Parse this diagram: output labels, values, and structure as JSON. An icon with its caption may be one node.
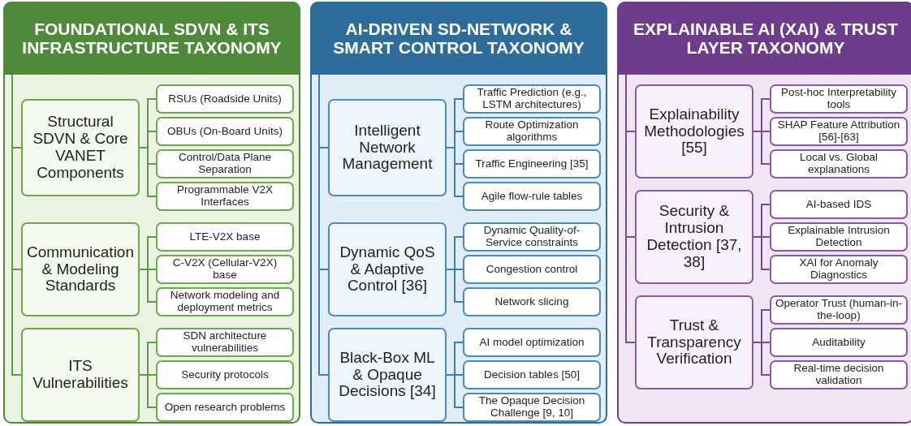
{
  "diagram": {
    "nodes": [
      {
        "text": [
          "FOUNDATIONAL SDVN & ITS INFRASTRUCTURE TAXONOMY"
        ]
      },
      {
        "text": [
          "Structural SDVN & Core VANET Components"
        ],
        "in": 0
      },
      {
        "text": [
          "RSUs (Roadside Units)"
        ],
        "in": 0
      },
      {
        "text": [
          "OBUs (On-Board Units)"
        ],
        "in": 0
      },
      {
        "text": [
          "Control/Data Plane Separation"
        ],
        "in": 0
      },
      {
        "text": [
          "Programmable V2X Interfaces"
        ],
        "in": 0
      },
      {
        "text": [
          "Communication & Modeling Standards"
        ],
        "in": 0
      },
      {
        "text": [
          "LTE-V2X base"
        ],
        "in": 0
      },
      {
        "text": [
          "C-V2X (Cellular-V2X) base"
        ],
        "in": 0
      },
      {
        "text": [
          "Network modeling and deployment metrics"
        ],
        "in": 0
      },
      {
        "text": [
          "ITS Vulnerabilities"
        ],
        "in": 0
      },
      {
        "text": [
          "SDN architecture vulnerabilities"
        ],
        "in": 0
      },
      {
        "text": [
          "Security protocols"
        ],
        "in": 0
      },
      {
        "text": [
          "Open research problems"
        ],
        "in": 0
      },
      {
        "text": [
          "AI-DRIVEN SD-NETWORK & SMART CONTROL TAXONOMY"
        ]
      },
      {
        "text": [
          "Intelligent Network Management"
        ],
        "in": 14
      },
      {
        "text": [
          "Traffic Prediction (e.g., LSTM architectures)"
        ],
        "in": 14
      },
      {
        "text": [
          "Route Optimization algorithms"
        ],
        "in": 14
      },
      {
        "text": [
          "Traffic Engineering [35]"
        ],
        "in": 14
      },
      {
        "text": [
          "Agile flow-rule tables"
        ],
        "in": 14
      },
      {
        "text": [
          "Dynamic QoS & Adaptive Control [36]"
        ],
        "in": 14
      },
      {
        "text": [
          "Dynamic Quality-of-Service constraints"
        ],
        "in": 14
      },
      {
        "text": [
          "Congestion control"
        ],
        "in": 14
      },
      {
        "text": [
          "Network slicing"
        ],
        "in": 14
      },
      {
        "text": [
          "Black-Box ML & Opaque Decisions [34]"
        ],
        "in": 14
      },
      {
        "text": [
          "AI model optimization"
        ],
        "in": 14
      },
      {
        "text": [
          "Decision tables [50]"
        ],
        "in": 14
      },
      {
        "text": [
          "The Opaque Decision Challenge [9, 10]"
        ],
        "in": 14
      },
      {
        "text": [
          "EXPLAINABLE AI (XAI) & TRUST LAYER TAXONOMY"
        ]
      },
      {
        "text": [
          "Explainability Methodologies [55]"
        ],
        "in": 28
      },
      {
        "text": [
          "Post-hoc Interpretability tools"
        ],
        "in": 28
      },
      {
        "text": [
          "SHAP Feature Attribution [56]-[63]"
        ],
        "in": 28
      },
      {
        "text": [
          "Local vs. Global explanations"
        ],
        "in": 28
      },
      {
        "text": [
          "Security & Intrusion Detection [37, 38]"
        ],
        "in": 28
      },
      {
        "text": [
          "AI-based IDS"
        ],
        "in": 28
      },
      {
        "text": [
          "Explainable Intrusion Detection"
        ],
        "in": 28
      },
      {
        "text": [
          "XAI for Anomaly Diagnostics"
        ],
        "in": 28
      },
      {
        "text": [
          "Trust & Transparency Verification"
        ],
        "in": 28
      },
      {
        "text": [
          "Operator Trust (human-in-the-loop)"
        ],
        "in": 28
      },
      {
        "text": [
          "Auditability"
        ],
        "in": 28
      },
      {
        "text": [
          "Real-time decision validation"
        ],
        "in": 28
      }
    ],
    "edges": [
      {
        "from": 0,
        "to": 1,
        "arrow": "none",
        "color": "#5f9a45"
      },
      {
        "from": 1,
        "to": 2,
        "arrow": "none",
        "color": "#5f9a45"
      },
      {
        "from": 1,
        "to": 3,
        "arrow": "none",
        "color": "#5f9a45"
      },
      {
        "from": 1,
        "to": 4,
        "arrow": "none",
        "color": "#5f9a45"
      },
      {
        "from": 1,
        "to": 5,
        "arrow": "none",
        "color": "#5f9a45"
      },
      {
        "from": 0,
        "to": 6,
        "arrow": "none",
        "color": "#5f9a45"
      },
      {
        "from": 6,
        "to": 7,
        "arrow": "none",
        "color": "#5f9a45"
      },
      {
        "from": 6,
        "to": 8,
        "arrow": "none",
        "color": "#5f9a45"
      },
      {
        "from": 6,
        "to": 9,
        "arrow": "none",
        "color": "#5f9a45"
      },
      {
        "from": 0,
        "to": 10,
        "arrow": "none",
        "color": "#5f9a45"
      },
      {
        "from": 10,
        "to": 11,
        "arrow": "none",
        "color": "#5f9a45"
      },
      {
        "from": 10,
        "to": 12,
        "arrow": "none",
        "color": "#5f9a45"
      },
      {
        "from": 10,
        "to": 13,
        "arrow": "none",
        "color": "#5f9a45"
      },
      {
        "from": 14,
        "to": 15,
        "arrow": "none",
        "color": "#3a80b0"
      },
      {
        "from": 15,
        "to": 16,
        "arrow": "none",
        "color": "#3a80b0"
      },
      {
        "from": 15,
        "to": 17,
        "arrow": "none",
        "color": "#3a80b0"
      },
      {
        "from": 15,
        "to": 18,
        "arrow": "none",
        "color": "#3a80b0"
      },
      {
        "from": 15,
        "to": 19,
        "arrow": "none",
        "color": "#3a80b0"
      },
      {
        "from": 14,
        "to": 20,
        "arrow": "none",
        "color": "#3a80b0"
      },
      {
        "from": 20,
        "to": 21,
        "arrow": "none",
        "color": "#3a80b0"
      },
      {
        "from": 20,
        "to": 22,
        "arrow": "none",
        "color": "#3a80b0"
      },
      {
        "from": 20,
        "to": 23,
        "arrow": "none",
        "color": "#3a80b0"
      },
      {
        "from": 14,
        "to": 24,
        "arrow": "none",
        "color": "#3a80b0"
      },
      {
        "from": 24,
        "to": 25,
        "arrow": "none",
        "color": "#3a80b0"
      },
      {
        "from": 24,
        "to": 26,
        "arrow": "none",
        "color": "#3a80b0"
      },
      {
        "from": 24,
        "to": 27,
        "arrow": "none",
        "color": "#3a80b0"
      },
      {
        "from": 28,
        "to": 29,
        "arrow": "none",
        "color": "#7a4a98"
      },
      {
        "from": 29,
        "to": 30,
        "arrow": "none",
        "color": "#7a4a98"
      },
      {
        "from": 29,
        "to": 31,
        "arrow": "none",
        "color": "#7a4a98"
      },
      {
        "from": 29,
        "to": 32,
        "arrow": "none",
        "color": "#7a4a98"
      },
      {
        "from": 28,
        "to": 33,
        "arrow": "none",
        "color": "#7a4a98"
      },
      {
        "from": 33,
        "to": 34,
        "arrow": "none",
        "color": "#7a4a98"
      },
      {
        "from": 33,
        "to": 35,
        "arrow": "none",
        "color": "#7a4a98"
      },
      {
        "from": 33,
        "to": 36,
        "arrow": "none",
        "color": "#7a4a98"
      },
      {
        "from": 28,
        "to": 37,
        "arrow": "none",
        "color": "#7a4a98"
      },
      {
        "from": 37,
        "to": 38,
        "arrow": "none",
        "color": "#7a4a98"
      },
      {
        "from": 37,
        "to": 39,
        "arrow": "none",
        "color": "#7a4a98"
      },
      {
        "from": 37,
        "to": 40,
        "arrow": "none",
        "color": "#7a4a98"
      }
    ]
  }
}
